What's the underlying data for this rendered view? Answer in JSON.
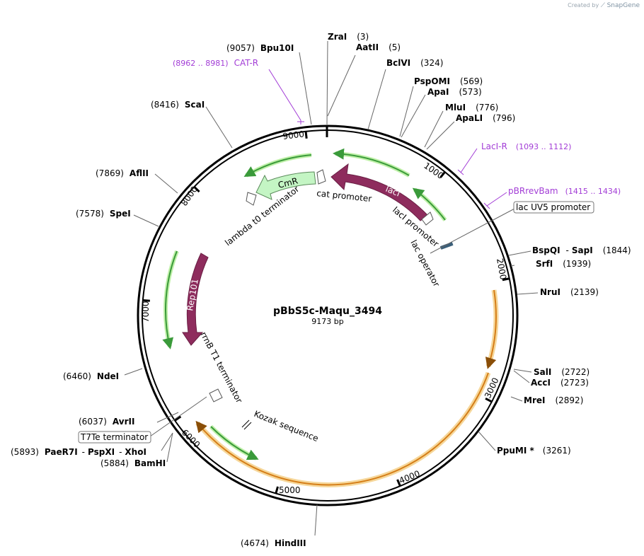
{
  "watermark": {
    "created_by": "Created by",
    "brand": "SnapGene"
  },
  "plasmid": {
    "name": "pBbS5c-Maqu_3494",
    "length_label": "9173 bp",
    "total_bp": 9173
  },
  "tick_labels": [
    "1000",
    "2000",
    "3000",
    "4000",
    "5000",
    "6000",
    "7000",
    "8000",
    "9000"
  ],
  "sites": [
    {
      "name": "ZraI",
      "pos": "(3)"
    },
    {
      "name": "AatII",
      "pos": "(5)"
    },
    {
      "name": "BclVI",
      "pos": "(324)"
    },
    {
      "name": "PspOMI",
      "pos": "(569)"
    },
    {
      "name": "ApaI",
      "pos": "(573)"
    },
    {
      "name": "MluI",
      "pos": "(776)"
    },
    {
      "name": "ApaLI",
      "pos": "(796)"
    },
    {
      "name": "BspQI",
      "pos": "(1844)",
      "name2": "SapI",
      "sep": "-"
    },
    {
      "name": "SrfI",
      "pos": "(1939)"
    },
    {
      "name": "NruI",
      "pos": "(2139)"
    },
    {
      "name": "SalI",
      "pos": "(2722)"
    },
    {
      "name": "AccI",
      "pos": "(2723)"
    },
    {
      "name": "MreI",
      "pos": "(2892)"
    },
    {
      "name": "PpuMI *",
      "pos": "(3261)"
    },
    {
      "name": "HindIII",
      "pos": "(4674)"
    },
    {
      "name": "BamHI",
      "pos": "(5884)"
    },
    {
      "name": "PaeR7I",
      "pos": "(5893)",
      "name2": "PspXI",
      "name3": "XhoI",
      "sep": "-"
    },
    {
      "name": "AvrII",
      "pos": "(6037)"
    },
    {
      "name": "NdeI",
      "pos": "(6460)"
    },
    {
      "name": "SpeI",
      "pos": "(7578)"
    },
    {
      "name": "AflII",
      "pos": "(7869)"
    },
    {
      "name": "ScaI",
      "pos": "(8416)"
    },
    {
      "name": "Bpu10I",
      "pos": "(9057)"
    }
  ],
  "primers": [
    {
      "name": "CAT-R",
      "range": "(8962 .. 8981)"
    },
    {
      "name": "LacI-R",
      "range": "(1093 .. 1112)"
    },
    {
      "name": "pBRrevBam",
      "range": "(1415 .. 1434)"
    }
  ],
  "boxed_features": [
    "lac UV5 promoter",
    "T7Te terminator"
  ],
  "features": {
    "lacI": "lacI",
    "CmR": "CmR",
    "Rep101": "Rep101",
    "cat_promoter": "cat promoter",
    "lambda_t0": "lambda t0 terminator",
    "lacI_promoter": "lacI promoter",
    "lac_operator": "lac operator",
    "rrnB_T1": "rrnB T1 terminator",
    "kozak": "Kozak sequence"
  },
  "colors": {
    "backbone": "#000000",
    "feature_dark": "#8e2c5d",
    "feature_light": "#c4f5c4",
    "orf_green": "#3a9a3a",
    "orf_orange": "#d57e18",
    "primer": "#a23cd6"
  }
}
